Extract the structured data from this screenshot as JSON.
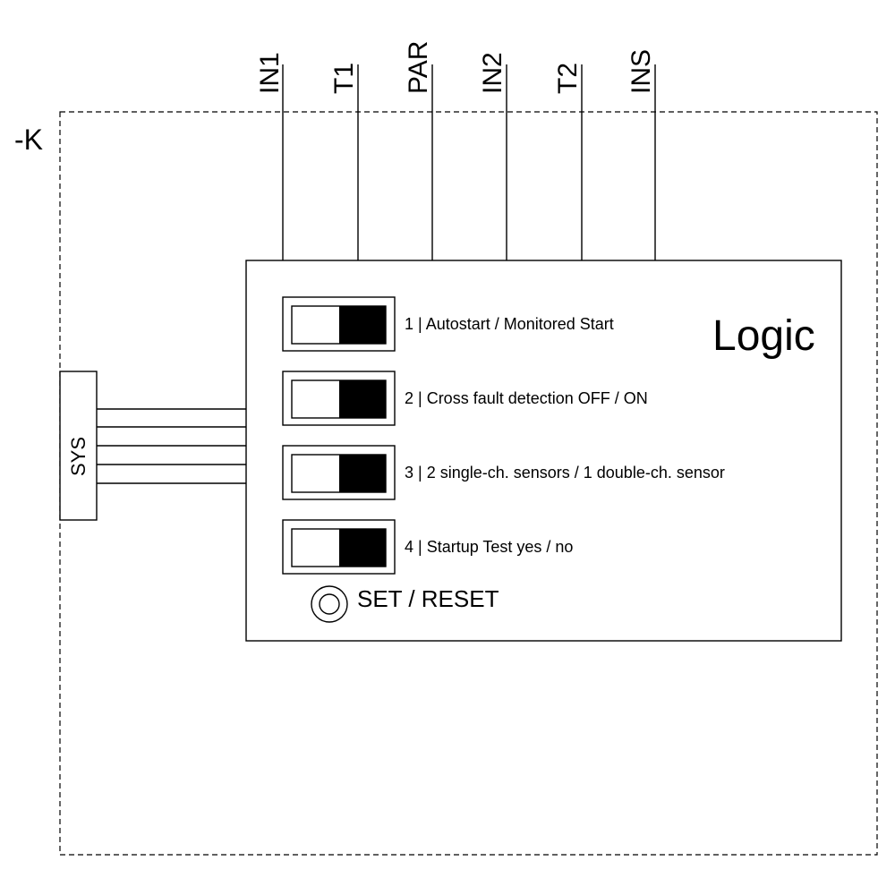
{
  "device": {
    "designation": "-K"
  },
  "terminals": [
    "IN1",
    "T1",
    "PAR",
    "IN2",
    "T2",
    "INS"
  ],
  "logic_block": {
    "title": "Logic",
    "switches": [
      {
        "label": "1 | Autostart / Monitored Start"
      },
      {
        "label": "2 | Cross fault detection OFF / ON"
      },
      {
        "label": "3 | 2 single-ch. sensors / 1 double-ch. sensor"
      },
      {
        "label": "4 | Startup Test yes / no"
      }
    ],
    "button": {
      "label": "SET / RESET"
    }
  },
  "sys_connector": {
    "label": "SYS"
  }
}
